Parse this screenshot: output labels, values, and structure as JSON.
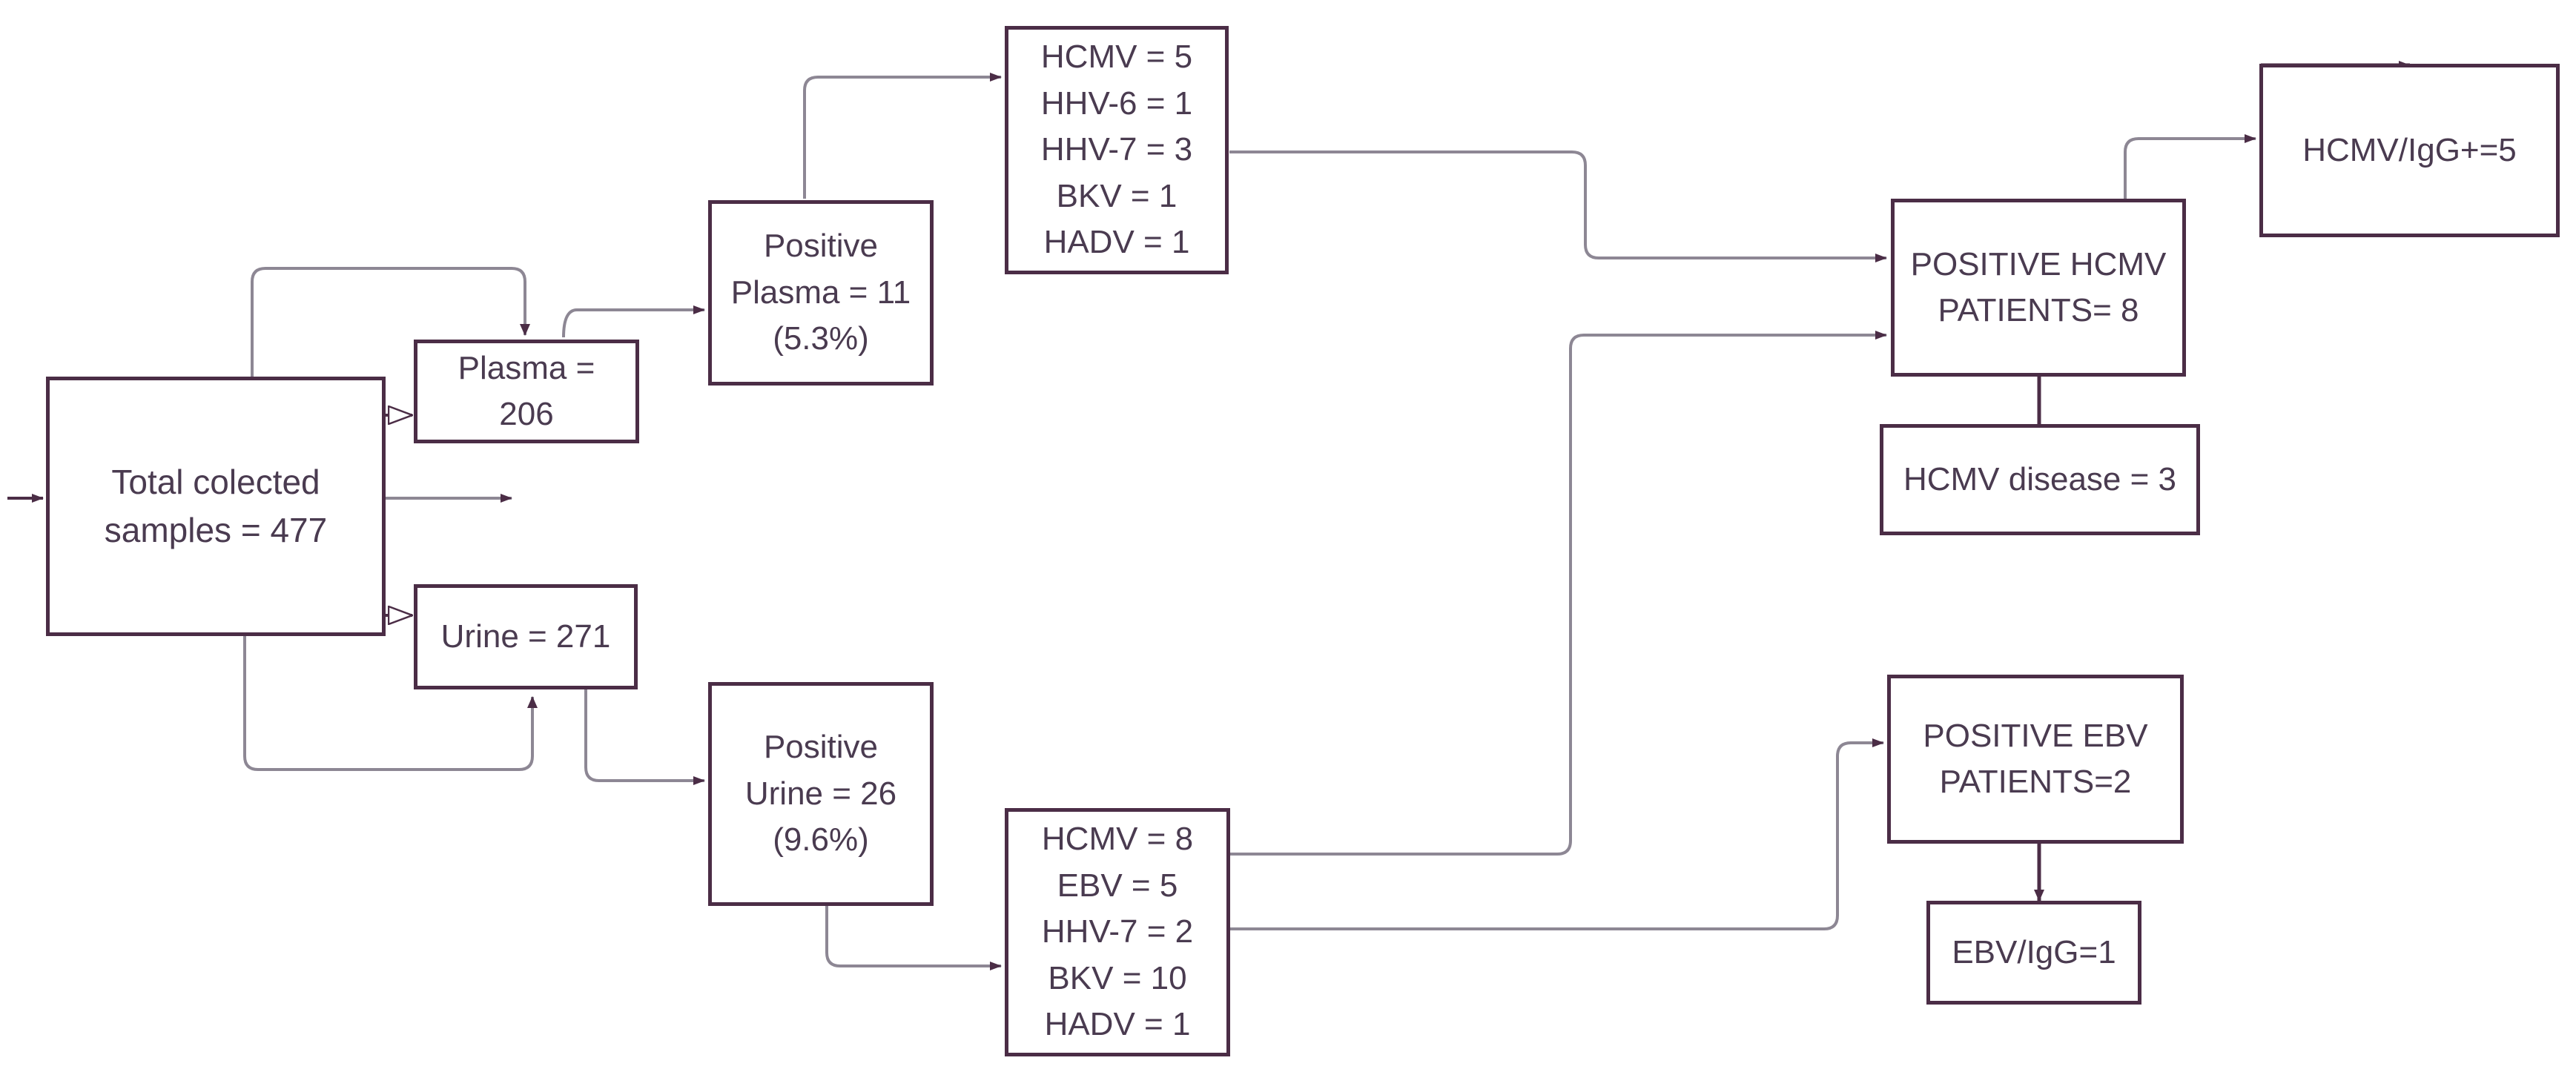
{
  "diagram": {
    "title": "Sample collection and viral detection flowchart",
    "colors": {
      "box_border": "#4b2d46",
      "text": "#4a3b50",
      "connector_dark": "#4b2d46",
      "connector_light": "#8d8794",
      "background": "#ffffff"
    },
    "nodes": {
      "total_samples": {
        "label": "Total colected\nsamples = 477"
      },
      "plasma": {
        "label": "Plasma =\n206"
      },
      "urine": {
        "label": "Urine = 271"
      },
      "positive_plasma": {
        "label": "Positive\nPlasma = 11\n(5.3%)"
      },
      "positive_urine": {
        "label": "Positive\nUrine = 26\n(9.6%)"
      },
      "plasma_viruses": {
        "label": "HCMV = 5\nHHV-6 = 1\nHHV-7 = 3\nBKV = 1\nHADV = 1"
      },
      "urine_viruses": {
        "label": "HCMV = 8\nEBV = 5\nHHV-7 = 2\nBKV = 10\nHADV = 1"
      },
      "positive_hcmv": {
        "label": "POSITIVE HCMV\nPATIENTS= 8"
      },
      "hcmv_disease": {
        "label": "HCMV disease = 3"
      },
      "hcmv_igg": {
        "label": "HCMV/IgG+=5"
      },
      "positive_ebv": {
        "label": "POSITIVE EBV\nPATIENTS=2"
      },
      "ebv_igg": {
        "label": "EBV/IgG=1"
      }
    }
  },
  "chart_data": {
    "type": "diagram",
    "title": "Sample collection and viral detection flowchart",
    "nodes": [
      {
        "id": "total_samples",
        "text": "Total colected samples = 477",
        "value": 477
      },
      {
        "id": "plasma",
        "text": "Plasma = 206",
        "value": 206
      },
      {
        "id": "urine",
        "text": "Urine = 271",
        "value": 271
      },
      {
        "id": "positive_plasma",
        "text": "Positive Plasma = 11 (5.3%)",
        "value": 11,
        "percent": 5.3
      },
      {
        "id": "positive_urine",
        "text": "Positive Urine = 26 (9.6%)",
        "value": 26,
        "percent": 9.6
      },
      {
        "id": "plasma_viruses",
        "text": "HCMV = 5 / HHV-6 = 1 / HHV-7 = 3 / BKV = 1 / HADV = 1",
        "breakdown": {
          "HCMV": 5,
          "HHV-6": 1,
          "HHV-7": 3,
          "BKV": 1,
          "HADV": 1
        }
      },
      {
        "id": "urine_viruses",
        "text": "HCMV = 8 / EBV = 5 / HHV-7 = 2 / BKV = 10 / HADV = 1",
        "breakdown": {
          "HCMV": 8,
          "EBV": 5,
          "HHV-7": 2,
          "BKV": 10,
          "HADV": 1
        }
      },
      {
        "id": "positive_hcmv",
        "text": "POSITIVE HCMV PATIENTS= 8",
        "value": 8
      },
      {
        "id": "hcmv_disease",
        "text": "HCMV disease = 3",
        "value": 3
      },
      {
        "id": "hcmv_igg",
        "text": "HCMV/IgG+=5",
        "value": 5
      },
      {
        "id": "positive_ebv",
        "text": "POSITIVE EBV PATIENTS=2",
        "value": 2
      },
      {
        "id": "ebv_igg",
        "text": "EBV/IgG=1",
        "value": 1
      }
    ],
    "edges": [
      {
        "from": "total_samples",
        "to": "plasma"
      },
      {
        "from": "total_samples",
        "to": "urine"
      },
      {
        "from": "plasma",
        "to": "positive_plasma"
      },
      {
        "from": "urine",
        "to": "positive_urine"
      },
      {
        "from": "positive_plasma",
        "to": "plasma_viruses"
      },
      {
        "from": "positive_urine",
        "to": "urine_viruses"
      },
      {
        "from": "plasma_viruses",
        "to": "positive_hcmv"
      },
      {
        "from": "urine_viruses",
        "to": "positive_hcmv"
      },
      {
        "from": "urine_viruses",
        "to": "positive_ebv"
      },
      {
        "from": "positive_hcmv",
        "to": "hcmv_igg"
      },
      {
        "from": "positive_hcmv",
        "to": "hcmv_disease"
      },
      {
        "from": "positive_ebv",
        "to": "ebv_igg"
      }
    ]
  }
}
